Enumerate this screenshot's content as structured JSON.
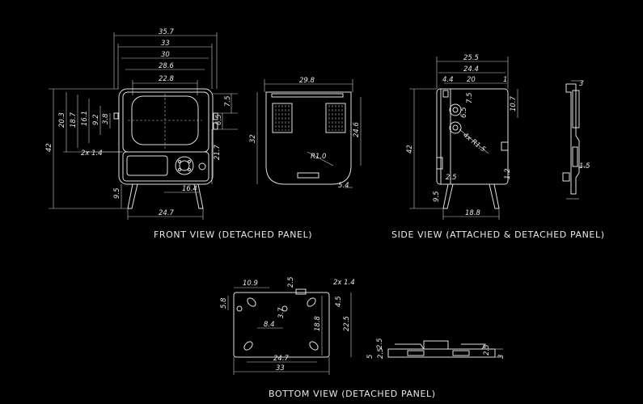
{
  "captions": {
    "front": "FRONT VIEW (DETACHED PANEL)",
    "side": "SIDE VIEW (ATTACHED & DETACHED PANEL)",
    "bottom": "BOTTOM VIEW (DETACHED PANEL)"
  },
  "front": {
    "top_widths": [
      "35.7",
      "33",
      "30",
      "28.6",
      "22.8"
    ],
    "right_dims": [
      "7.5",
      "6.5"
    ],
    "left_dims": [
      "42",
      "20.3",
      "18.7",
      "16.1",
      "9.2",
      "3.8"
    ],
    "hole_note": "2x 1.4",
    "base_heights": [
      "21.7",
      "9.5"
    ],
    "bottom_widths": [
      "16.4",
      "24.7"
    ],
    "panel_width": "29.8",
    "panel_height": "32",
    "panel_right": "24.6",
    "panel_radius": "R1.0",
    "panel_small": "5.4"
  },
  "side": {
    "top_widths": [
      "25.5",
      "24.4"
    ],
    "small_widths": [
      "4.4",
      "20",
      "1"
    ],
    "height": "42",
    "inner_dims": [
      "6.5",
      "7.5"
    ],
    "right_dim": "10.7",
    "radius_note": "4x R1.5",
    "small_dims": [
      "2.5",
      "1.2",
      "9.5"
    ],
    "bottom_width": "18.8",
    "thin_dims": [
      "3",
      "1.5"
    ]
  },
  "bottom": {
    "top_widths": [
      "10.9",
      "2.5",
      "2x 1.4"
    ],
    "left_dim": "5.8",
    "inner_dims": [
      "8.4",
      "3.7"
    ],
    "right_dims": [
      "4.5",
      "18.8",
      "22.5"
    ],
    "bottom_widths": [
      "24.7",
      "33"
    ],
    "thin_dims": [
      "2.5",
      "5",
      "2.5",
      "2.5",
      "3"
    ]
  }
}
